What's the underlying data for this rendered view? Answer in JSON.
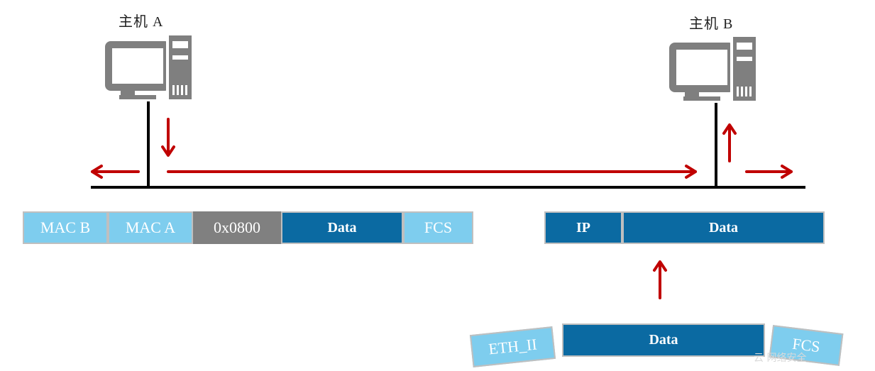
{
  "hosts": {
    "a_label": "主机 A",
    "b_label": "主机 B"
  },
  "frame": {
    "mac_b": "MAC B",
    "mac_a": "MAC A",
    "type": "0x0800",
    "data": "Data",
    "fcs": "FCS"
  },
  "ip_packet": {
    "ip": "IP",
    "data": "Data"
  },
  "stripped": {
    "eth": "ETH_II",
    "data": "Data",
    "fcs": "FCS"
  },
  "watermark": "云 网络安全",
  "colors": {
    "arrow": "#c00000",
    "light_block": "#7ecdee",
    "dark_block": "#0b6aa2",
    "grey_block": "#808080",
    "computer": "#7f7f7f"
  }
}
